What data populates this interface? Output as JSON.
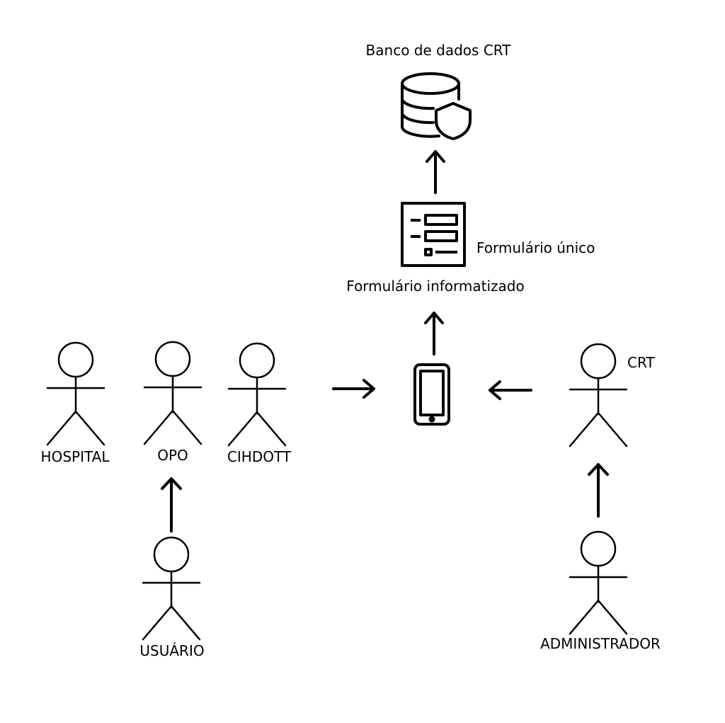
{
  "colors": {
    "stroke": "#000000",
    "background": "#ffffff"
  },
  "database": {
    "label": "Banco de dados CRT",
    "icon": "database-shield-icon"
  },
  "form": {
    "side_label": "Formulário único",
    "caption": "Formulário informatizado",
    "icon": "form-icon"
  },
  "device": {
    "icon": "smartphone-icon"
  },
  "actors": {
    "hospital": "HOSPITAL",
    "opo": "OPO",
    "cihdott": "CIHDOTT",
    "usuario": "USUÁRIO",
    "crt": "CRT",
    "administrador": "ADMINISTRADOR"
  }
}
